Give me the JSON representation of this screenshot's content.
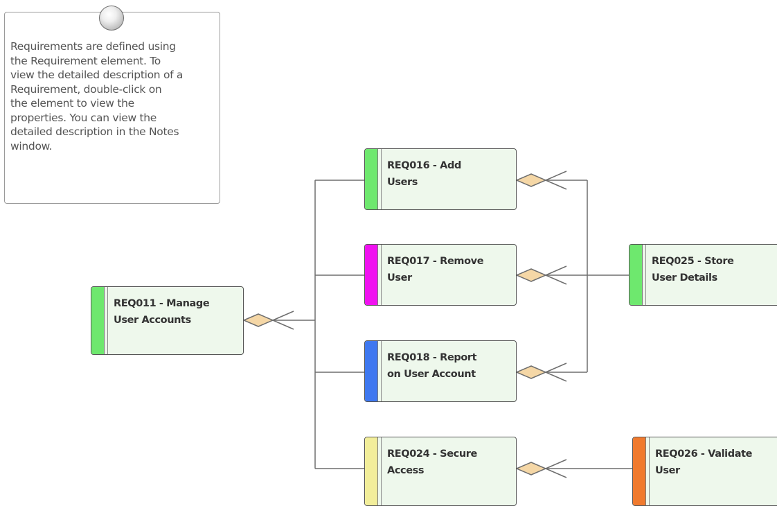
{
  "note": {
    "text": "Requirements are defined using\nthe Requirement element.  To\nview the detailed description of a\nRequirement, double-click on\nthe element to view the\nproperties. You can view the\ndetailed description in the Notes\nwindow."
  },
  "requirements": [
    {
      "id": "req011",
      "label": "REQ011 - Manage\nUser Accounts",
      "color": "#6ee86e"
    },
    {
      "id": "req016",
      "label": "REQ016 - Add\nUsers",
      "color": "#6ee86e"
    },
    {
      "id": "req017",
      "label": "REQ017 - Remove\nUser",
      "color": "#f011f0"
    },
    {
      "id": "req018",
      "label": "REQ018 - Report\non User Account",
      "color": "#3e78f0"
    },
    {
      "id": "req024",
      "label": "REQ024 - Secure\nAccess",
      "color": "#f2ee9a"
    },
    {
      "id": "req025",
      "label": "REQ025 - Store\nUser Details",
      "color": "#6ee86e"
    },
    {
      "id": "req026",
      "label": "REQ026 - Validate\nUser",
      "color": "#f07a2e"
    }
  ],
  "colors": {
    "connector": "#6e6e6e",
    "aggregation_diamond": "#f5d7a6",
    "box_fill": "#eef8ec"
  }
}
